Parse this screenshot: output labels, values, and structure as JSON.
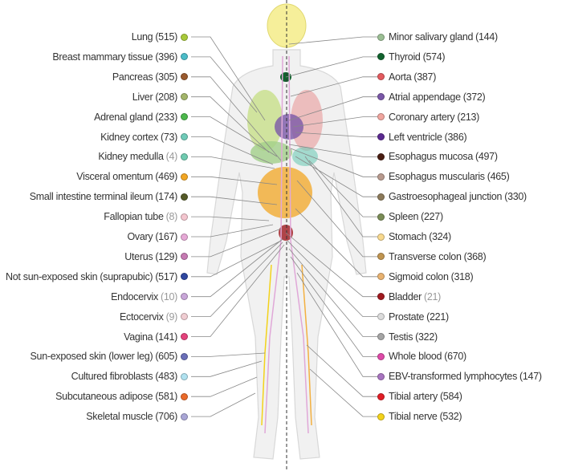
{
  "left_tissues": [
    {
      "name": "Lung",
      "count": "(515)",
      "muted": false,
      "color": "#a8c93a"
    },
    {
      "name": "Breast mammary tissue",
      "count": "(396)",
      "muted": false,
      "color": "#4bbcc8"
    },
    {
      "name": "Pancreas",
      "count": "(305)",
      "muted": false,
      "color": "#9a5a2e"
    },
    {
      "name": "Liver",
      "count": "(208)",
      "muted": false,
      "color": "#a3b56a"
    },
    {
      "name": "Adrenal gland",
      "count": "(233)",
      "muted": false,
      "color": "#4cb84c"
    },
    {
      "name": "Kidney cortex",
      "count": "(73)",
      "muted": false,
      "color": "#6fcbb8"
    },
    {
      "name": "Kidney medulla",
      "count": "(4)",
      "muted": true,
      "color": "#6fcbb0"
    },
    {
      "name": "Visceral omentum",
      "count": "(469)",
      "muted": false,
      "color": "#f2a623"
    },
    {
      "name": "Small intestine terminal ileum",
      "count": "(174)",
      "muted": false,
      "color": "#555b28"
    },
    {
      "name": "Fallopian tube",
      "count": "(8)",
      "muted": true,
      "color": "#f4c6cf"
    },
    {
      "name": "Ovary",
      "count": "(167)",
      "muted": false,
      "color": "#e6a9d6"
    },
    {
      "name": "Uterus",
      "count": "(129)",
      "muted": false,
      "color": "#c57ab2"
    },
    {
      "name": "Not sun-exposed skin (suprapubic)",
      "count": "(517)",
      "muted": false,
      "color": "#2f47a0"
    },
    {
      "name": "Endocervix",
      "count": "(10)",
      "muted": true,
      "color": "#c8a6d8"
    },
    {
      "name": "Ectocervix",
      "count": "(9)",
      "muted": true,
      "color": "#f0cdd2"
    },
    {
      "name": "Vagina",
      "count": "(141)",
      "muted": false,
      "color": "#e4427c"
    },
    {
      "name": "Sun-exposed skin (lower leg)",
      "count": "(605)",
      "muted": false,
      "color": "#6a6fb8"
    },
    {
      "name": "Cultured fibroblasts",
      "count": "(483)",
      "muted": false,
      "color": "#b0e2f0"
    },
    {
      "name": "Subcutaneous adipose",
      "count": "(581)",
      "muted": false,
      "color": "#ea6a2a"
    },
    {
      "name": "Skeletal muscle",
      "count": "(706)",
      "muted": false,
      "color": "#a9a6d6"
    }
  ],
  "right_tissues": [
    {
      "name": "Minor salivary gland",
      "count": "(144)",
      "muted": false,
      "color": "#9bbf94"
    },
    {
      "name": "Thyroid",
      "count": "(574)",
      "muted": false,
      "color": "#11632e"
    },
    {
      "name": "Aorta",
      "count": "(387)",
      "muted": false,
      "color": "#e35a5e"
    },
    {
      "name": "Atrial appendage",
      "count": "(372)",
      "muted": false,
      "color": "#7a57a8"
    },
    {
      "name": "Coronary artery",
      "count": "(213)",
      "muted": false,
      "color": "#f0a59e"
    },
    {
      "name": "Left ventricle",
      "count": "(386)",
      "muted": false,
      "color": "#5b2991"
    },
    {
      "name": "Esophagus mucosa",
      "count": "(497)",
      "muted": false,
      "color": "#4a1e12"
    },
    {
      "name": "Esophagus muscularis",
      "count": "(465)",
      "muted": false,
      "color": "#b89a8e"
    },
    {
      "name": "Gastroesophageal junction",
      "count": "(330)",
      "muted": false,
      "color": "#8c7a5a"
    },
    {
      "name": "Spleen",
      "count": "(227)",
      "muted": false,
      "color": "#7a8c56"
    },
    {
      "name": "Stomach",
      "count": "(324)",
      "muted": false,
      "color": "#f8d98e"
    },
    {
      "name": "Transverse colon",
      "count": "(368)",
      "muted": false,
      "color": "#c09550"
    },
    {
      "name": "Sigmoid colon",
      "count": "(318)",
      "muted": false,
      "color": "#e8b270"
    },
    {
      "name": "Bladder",
      "count": "(21)",
      "muted": true,
      "color": "#a0191f"
    },
    {
      "name": "Prostate",
      "count": "(221)",
      "muted": false,
      "color": "#dcdcdc"
    },
    {
      "name": "Testis",
      "count": "(322)",
      "muted": false,
      "color": "#a5a5a5"
    },
    {
      "name": "Whole blood",
      "count": "(670)",
      "muted": false,
      "color": "#de4aa8"
    },
    {
      "name": "EBV-transformed lymphocytes",
      "count": "(147)",
      "muted": false,
      "color": "#a874c0"
    },
    {
      "name": "Tibial artery",
      "count": "(584)",
      "muted": false,
      "color": "#e11d25"
    },
    {
      "name": "Tibial nerve",
      "count": "(532)",
      "muted": false,
      "color": "#f3d21a"
    }
  ]
}
